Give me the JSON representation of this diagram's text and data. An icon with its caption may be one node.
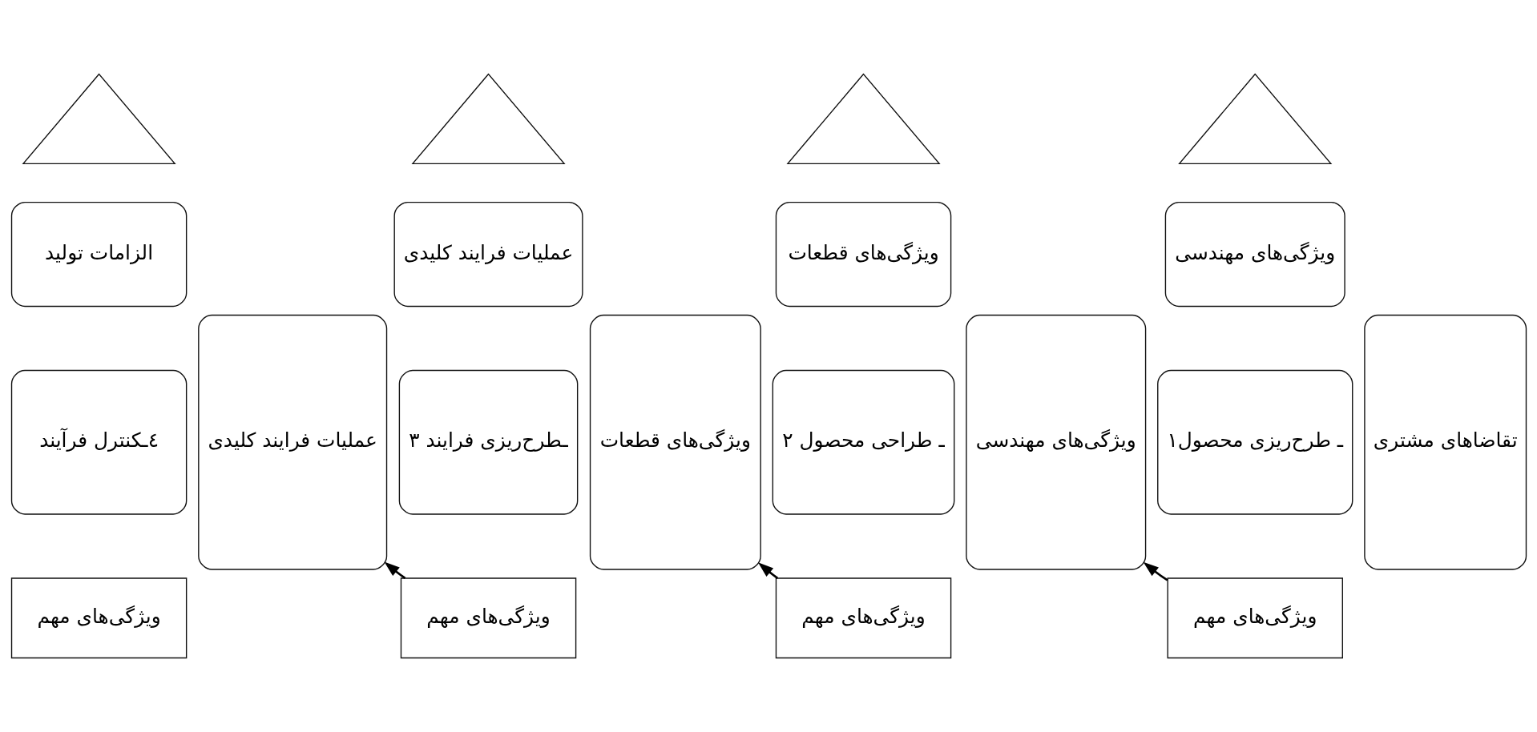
{
  "diagram": {
    "nodes": [
      {
        "text": [],
        "shape": "triangle"
      },
      {
        "text": [
          "تقاضاهای مشتری"
        ]
      },
      {
        "text": [
          "ویژگی‌های مهندسی"
        ]
      },
      {
        "text": [
          "۱ـ طرح‌ریزی محصول"
        ]
      },
      {
        "text": [
          "ویژگی‌های مهم"
        ]
      },
      {
        "text": [],
        "shape": "triangle"
      },
      {
        "text": [
          "ویژگی‌های مهندسی"
        ]
      },
      {
        "text": [
          "ویژگی‌های قطعات"
        ]
      },
      {
        "text": [
          "۲ ـ طراحی محصول"
        ]
      },
      {
        "text": [
          "ویژگی‌های مهم"
        ]
      },
      {
        "text": [],
        "shape": "triangle"
      },
      {
        "text": [
          "ویژگی‌های قطعات"
        ]
      },
      {
        "text": [
          "عملیات فرایند کلیدی"
        ]
      },
      {
        "text": [
          "۳ ـطرح‌ریزی فرایند"
        ]
      },
      {
        "text": [
          "ویژگی‌های مهم"
        ]
      },
      {
        "text": [],
        "shape": "triangle"
      },
      {
        "text": [
          "عملیات فرایند کلیدی"
        ]
      },
      {
        "text": [
          "الزامات تولید"
        ]
      },
      {
        "text": [
          "٤ـکنترل فرآیند"
        ]
      },
      {
        "text": [
          "ویژگی‌های مهم"
        ]
      }
    ],
    "edges": [
      {
        "from": 4,
        "to": 6,
        "arrow": "to"
      },
      {
        "from": 9,
        "to": 11,
        "arrow": "to"
      },
      {
        "from": 14,
        "to": 16,
        "arrow": "to"
      }
    ]
  }
}
